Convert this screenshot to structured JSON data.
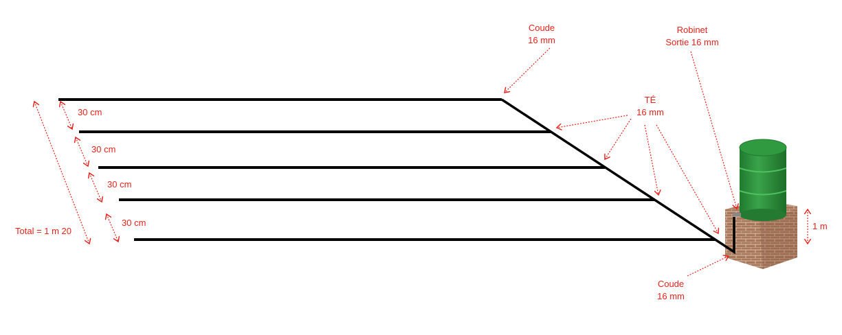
{
  "labels": {
    "coude_top": [
      "Coude",
      "16 mm"
    ],
    "robinet": [
      "Robinet",
      "Sortie 16 mm"
    ],
    "te": [
      "TÉ",
      "16 mm"
    ],
    "coude_bottom": [
      "Coude",
      "16 mm"
    ],
    "spacing": [
      "30 cm",
      "30 cm",
      "30 cm",
      "30 cm"
    ],
    "total": "Total = 1 m 20",
    "height": "1 m"
  },
  "colors": {
    "annotation": "#e8221c",
    "pipe": "#000000",
    "barrel": "#2e8b3a",
    "brick": "#9a6a4e"
  }
}
